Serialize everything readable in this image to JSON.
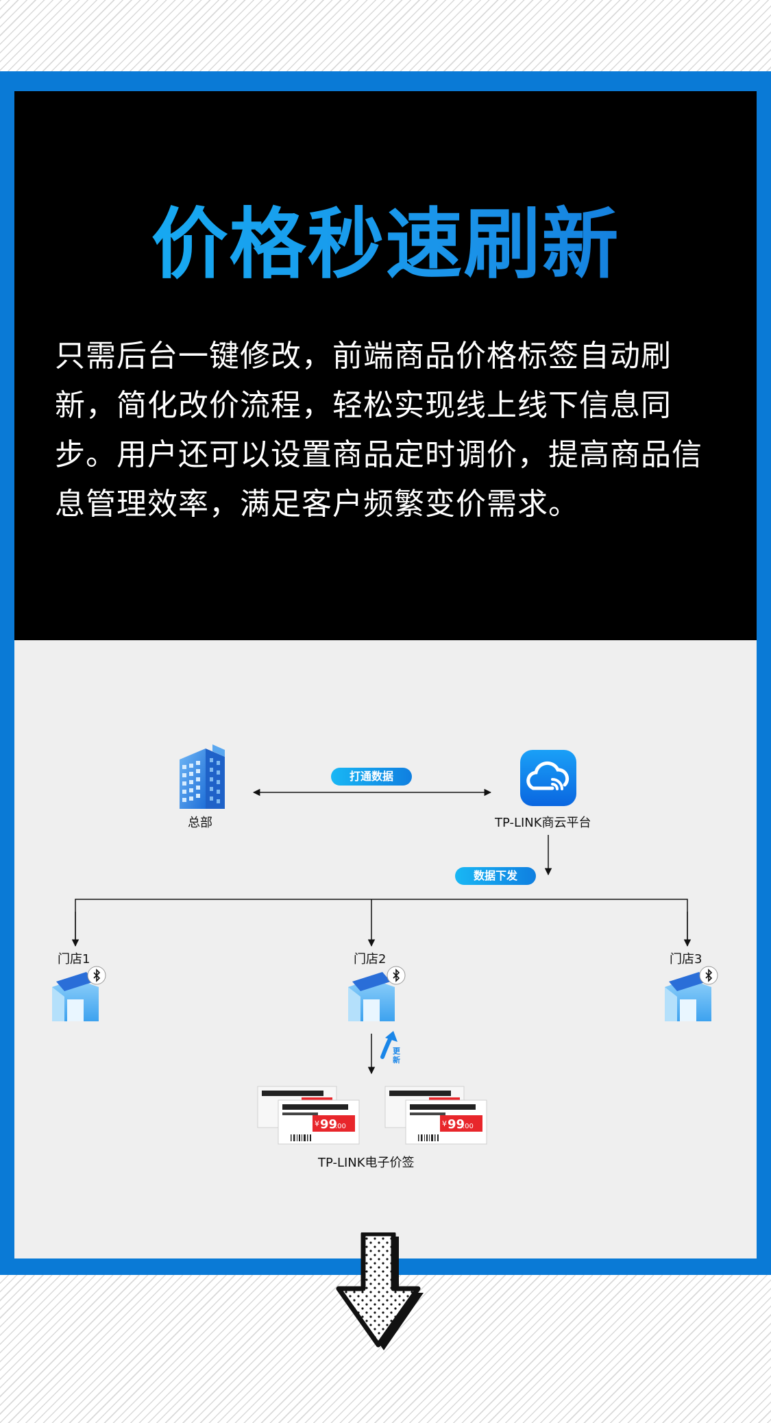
{
  "header": {
    "title": "价格秒速刷新",
    "description": "只需后台一键修改，前端商品价格标签自动刷新，简化改价流程，轻松实现线上线下信息同步。用户还可以设置商品定时调价，提高商品信息管理效率，满足客户频繁变价需求。"
  },
  "diagram": {
    "hq_label": "总部",
    "cloud_label": "TP-LINK商云平台",
    "link_pill": "打通数据",
    "dispatch_pill": "数据下发",
    "stores": [
      {
        "label": "门店1"
      },
      {
        "label": "门店2"
      },
      {
        "label": "门店3"
      }
    ],
    "update_label_top": "更",
    "update_label_bottom": "新",
    "tags_label": "TP-LINK电子价签",
    "tag_price_symbol": "¥",
    "tag_price": "99",
    "tag_price_decimal": ".00"
  },
  "colors": {
    "accent": "#0a7ad6",
    "title_gradient_start": "#15b4f6",
    "title_gradient_end": "#1070d4",
    "tag_red": "#e8262b"
  },
  "icons": {
    "hq": "building-icon",
    "cloud": "cloud-wifi-icon",
    "store": "store-icon",
    "bluetooth": "bluetooth-icon",
    "update": "curved-up-arrow-icon",
    "scroll": "dotted-down-arrow-icon"
  }
}
